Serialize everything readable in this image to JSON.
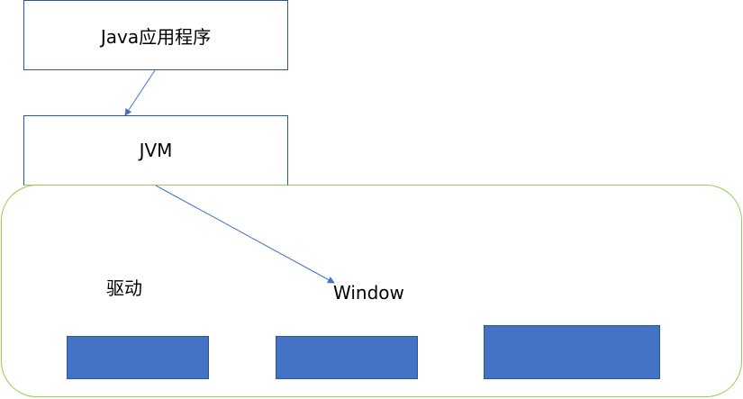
{
  "nodes": {
    "app": "Java应用程序",
    "jvm": "JVM",
    "driver": "驱动",
    "window": "Window"
  },
  "colors": {
    "border": "#2f5597",
    "group": "#92d050",
    "block": "#4472c4",
    "arrow": "#4472c4"
  }
}
